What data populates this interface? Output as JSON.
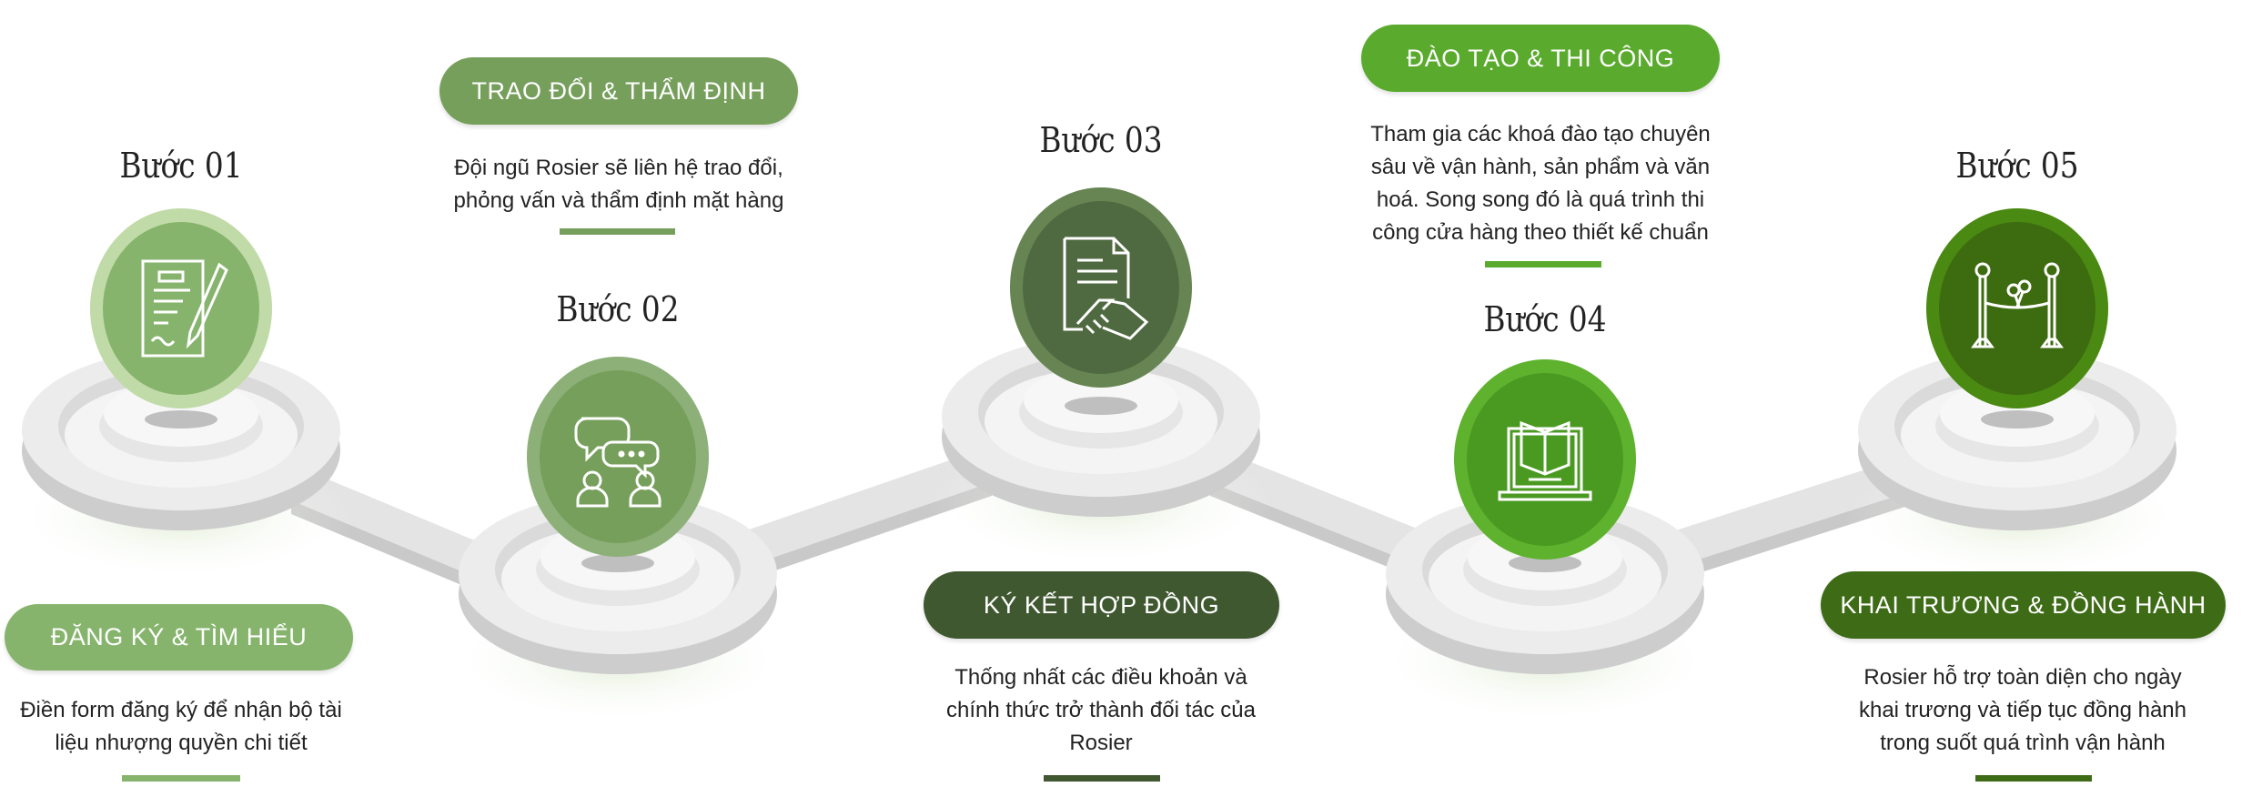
{
  "steps": [
    {
      "title": "Bước 01",
      "label": "ĐĂNG KÝ & TÌM HIỂU",
      "desc": [
        "Điền form đăng ký để nhận bộ tài",
        "liệu nhượng quyền chi tiết"
      ],
      "icon": "contract-pen-icon",
      "color": "#86b46c"
    },
    {
      "title": "Bước 02",
      "label": "TRAO ĐỔI & THẨM ĐỊNH",
      "desc": [
        "Đội ngũ Rosier sẽ liên hệ trao đổi,",
        "phỏng vấn và thẩm định mặt hàng"
      ],
      "icon": "chat-people-icon",
      "color": "#779f5c"
    },
    {
      "title": "Bước 03",
      "label": "KÝ KẾT HỢP ĐỒNG",
      "desc": [
        "Thống nhất các điều khoản và",
        "chính thức trở thành đối tác của",
        "Rosier"
      ],
      "icon": "document-handshake-icon",
      "color": "#3f5830"
    },
    {
      "title": "Bước 04",
      "label": "ĐÀO TẠO & THI CÔNG",
      "desc": [
        "Tham gia các khoá đào tạo chuyên",
        "sâu về vận hành, sản phẩm và văn",
        "hoá. Song song đó là quá trình thi",
        "công cửa hàng theo thiết kế chuẩn"
      ],
      "icon": "laptop-book-icon",
      "color": "#5aaa2e"
    },
    {
      "title": "Bước 05",
      "label": "KHAI TRƯƠNG & ĐỒNG HÀNH",
      "desc": [
        "Rosier hỗ trợ toàn diện cho ngày",
        "khai trương và tiếp tục đồng hành",
        "trong suốt quá trình vận hành"
      ],
      "icon": "ribbon-cutting-icon",
      "color": "#3d6b16"
    }
  ]
}
